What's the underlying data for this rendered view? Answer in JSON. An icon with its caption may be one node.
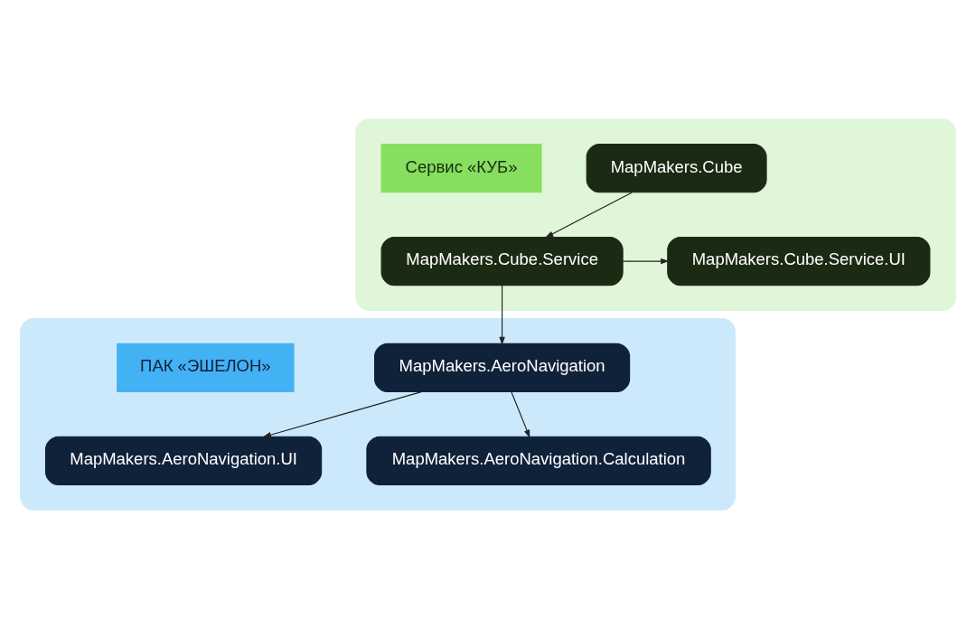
{
  "diagram": {
    "nodes": [
      {
        "text": [],
        "shape": "box"
      },
      {
        "text": [
          "MapMakers.Cube"
        ],
        "in": 0
      },
      {
        "text": [
          "MapMakers.Cube.Service"
        ],
        "in": 0
      },
      {
        "text": [
          "MapMakers.Cube.Service.UI"
        ],
        "in": 0
      },
      {
        "text": [
          "Сервис «КУБ»"
        ],
        "in": 0
      },
      {
        "text": [],
        "shape": "box"
      },
      {
        "text": [
          "MapMakers.AeroNavigation"
        ],
        "in": 5
      },
      {
        "text": [
          "ПАК «ЭШЕЛОН»"
        ],
        "in": 5
      },
      {
        "text": [
          "MapMakers.AeroNavigation.UI"
        ],
        "in": 5
      },
      {
        "text": [
          "MapMakers.AeroNavigation.Calculation"
        ],
        "in": 5
      }
    ],
    "edges": [
      {
        "from": 1,
        "to": 2,
        "arrow": "to"
      },
      {
        "from": 2,
        "to": 3,
        "arrow": "to"
      },
      {
        "from": 2,
        "to": 6,
        "arrow": "to"
      },
      {
        "from": 6,
        "to": 8,
        "arrow": "to"
      },
      {
        "from": 6,
        "to": 9,
        "arrow": "to"
      }
    ]
  }
}
